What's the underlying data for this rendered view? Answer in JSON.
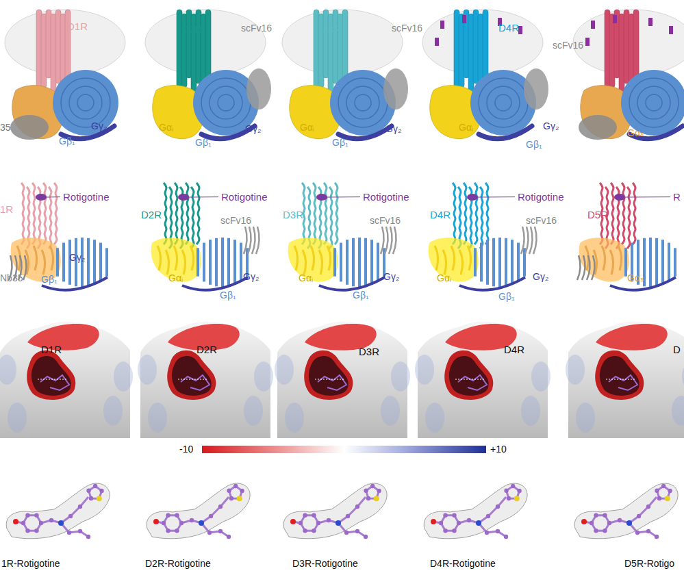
{
  "diagram": {
    "labels": [
      "D1R",
      "35",
      "Gβ₁",
      "Gγ₂",
      "D2R",
      "scFv16",
      "Gαᵢ",
      "Gβ₁",
      "Gγ₂",
      "D3R",
      "scFv16",
      "Gαᵢ",
      "Gβ₁",
      "Gγ₂",
      "D4R",
      "scFv16",
      "Gαᵢ",
      "Gβ₁",
      "Gγ₂",
      "Gαₛ",
      "Rotigotine",
      "1R",
      "Nb35",
      "Gβ₁",
      "Gγ₂",
      "D2R",
      "Rotigotine",
      "scFv16",
      "Gαᵢ",
      "Gβ₁",
      "Gγ₂",
      "D3R",
      "Rotigotine",
      "scFv16",
      "Gαᵢ",
      "Gβ₁",
      "Gγ₂",
      "D4R",
      "Rotigotine",
      "scFv16",
      "Gαᵢ",
      "Gβ₁",
      "Gγ₂",
      "D5R",
      "R",
      "Gαₛ",
      "D1R",
      "D2R",
      "D3R",
      "D4R",
      "D",
      "-10",
      "+10",
      "1R-Rotigotine",
      "D2R-Rotigotine",
      "D3R-Rotigotine",
      "D4R-Rotigotine",
      "D5R-Rotigo"
    ]
  }
}
